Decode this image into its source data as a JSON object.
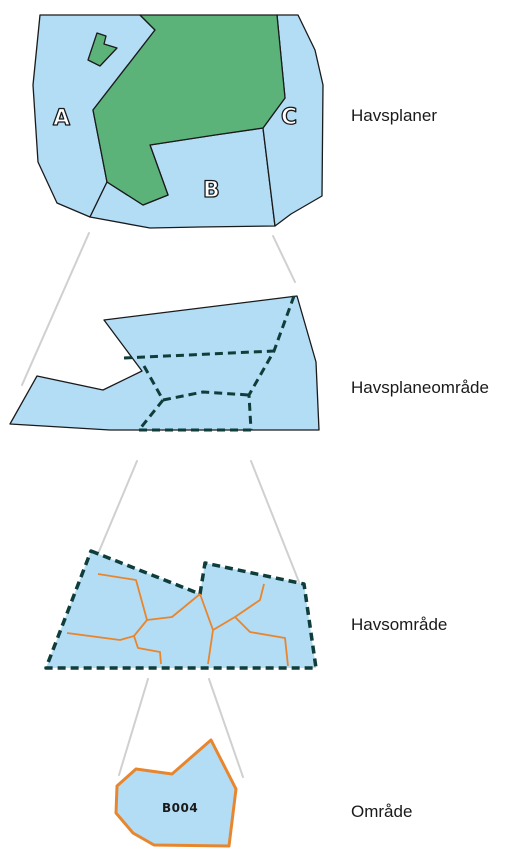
{
  "levels": [
    {
      "label": "Havsplaner",
      "regions": [
        "A",
        "B",
        "C"
      ]
    },
    {
      "label": "Havsplaneområde"
    },
    {
      "label": "Havsområde"
    },
    {
      "label": "Område",
      "code": "B004"
    }
  ],
  "colors": {
    "sea": "#b3dcf5",
    "land": "#5cb37a",
    "outline": "#1a1a1a",
    "dashed_boundary": "#0f3d3a",
    "area_boundary": "#e8862e",
    "connector": "#d0d0d0"
  }
}
